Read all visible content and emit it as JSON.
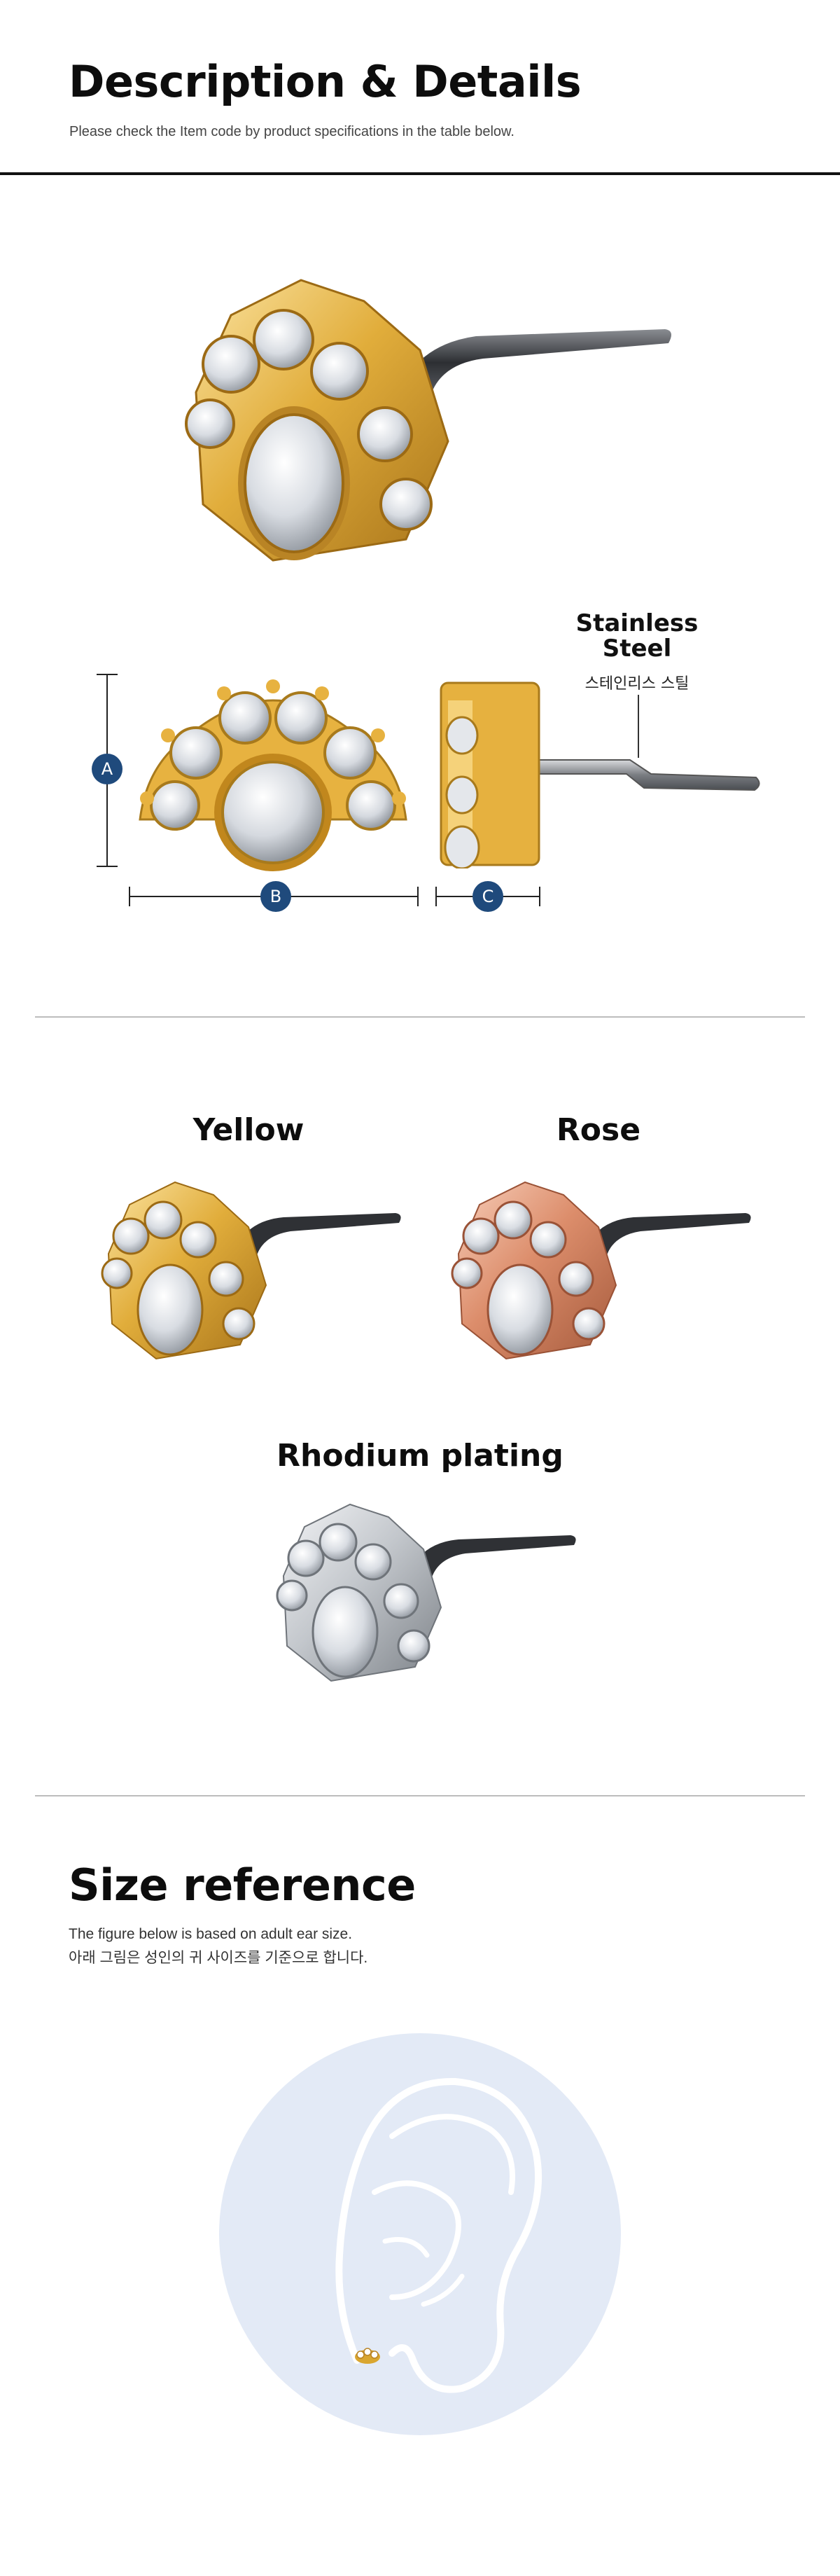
{
  "header": {
    "title": "Description & Details",
    "subtitle": "Please check the Item code by product specifications in the table below."
  },
  "diagram": {
    "material_label_en": "Stainless\nSteel",
    "material_label_kr": "스테인리스 스틸",
    "dimensions": {
      "a": "A",
      "b": "B",
      "c": "C"
    }
  },
  "variants": {
    "yellow": "Yellow",
    "rose": "Rose",
    "rhodium": "Rhodium plating"
  },
  "size_reference": {
    "title": "Size reference",
    "line1": "The figure below is based on adult ear size.",
    "line2": "아래 그림은 성인의 귀 사이즈를 기준으로 합니다."
  },
  "colors": {
    "badge": "#1f4a7c",
    "gold": "#d9a630",
    "rose": "#d98b6b",
    "rhodium": "#bfc3c8",
    "ear_bg": "#e3eaf6"
  }
}
